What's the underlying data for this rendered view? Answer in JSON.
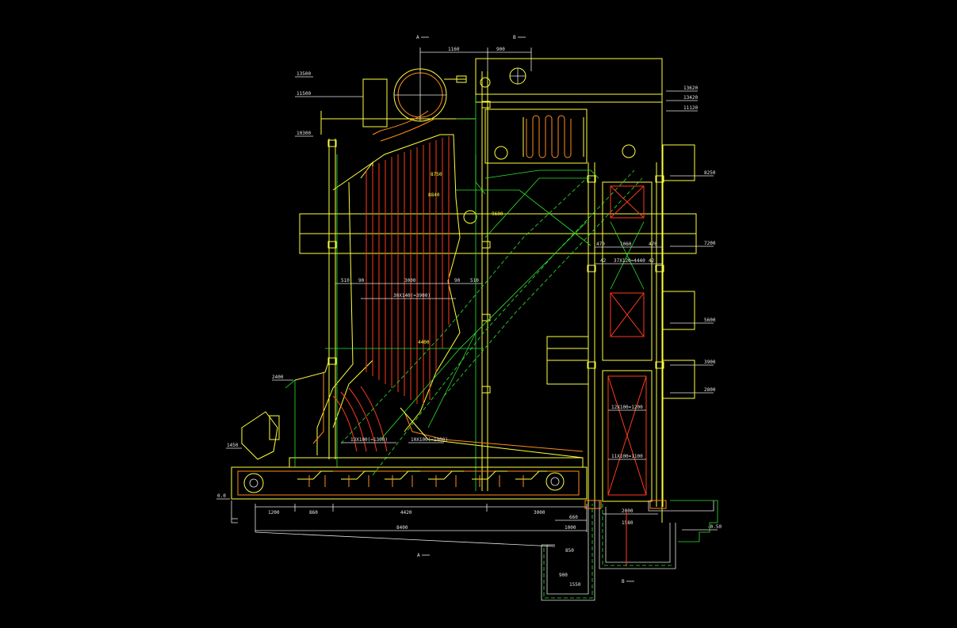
{
  "section_marks": {
    "a_top": "A",
    "b_top": "B",
    "a_bottom": "A",
    "b_bottom": "B"
  },
  "top_dims": {
    "d1": "1160",
    "d2": "900"
  },
  "elevations": {
    "e_top_left": "13500",
    "e_drum": "11500",
    "e_left_mid": "10300",
    "e_right_1": "13620",
    "e_right_2": "13420",
    "e_right_3": "11120",
    "e_right_4": "8250",
    "e_right_5": "7200",
    "e_right_6": "5600",
    "e_right_7": "3900",
    "e_right_8": "2800",
    "e_ground": "0.0",
    "e_grate": "2400",
    "e_feed": "1450",
    "e_base": "-0.50"
  },
  "furnace_dims": {
    "w1": "510",
    "w2": "90",
    "w3": "3000",
    "w4": "90",
    "w5": "510",
    "pitch": "30X140(=3900)",
    "wall_elev": "4400",
    "lower": "13X100(=1300)",
    "lower2": "10X100(=1000)",
    "mid1": "8750",
    "mid2": "8840",
    "mid3": "9600"
  },
  "econ_dims": {
    "a": "470",
    "b": "1060",
    "c": "470",
    "d": "42",
    "e": "37X120=4440",
    "f": "42",
    "g": "12X100=1200",
    "h": "11X100=1100"
  },
  "bottom_dims": {
    "b1": "1200",
    "b2": "860",
    "b3": "4420",
    "b4": "3000",
    "total": "8400",
    "b5": "660",
    "b6": "1000",
    "b7": "2000",
    "b8": "1580",
    "b9": "850",
    "b10": "1550",
    "b11": "900"
  }
}
